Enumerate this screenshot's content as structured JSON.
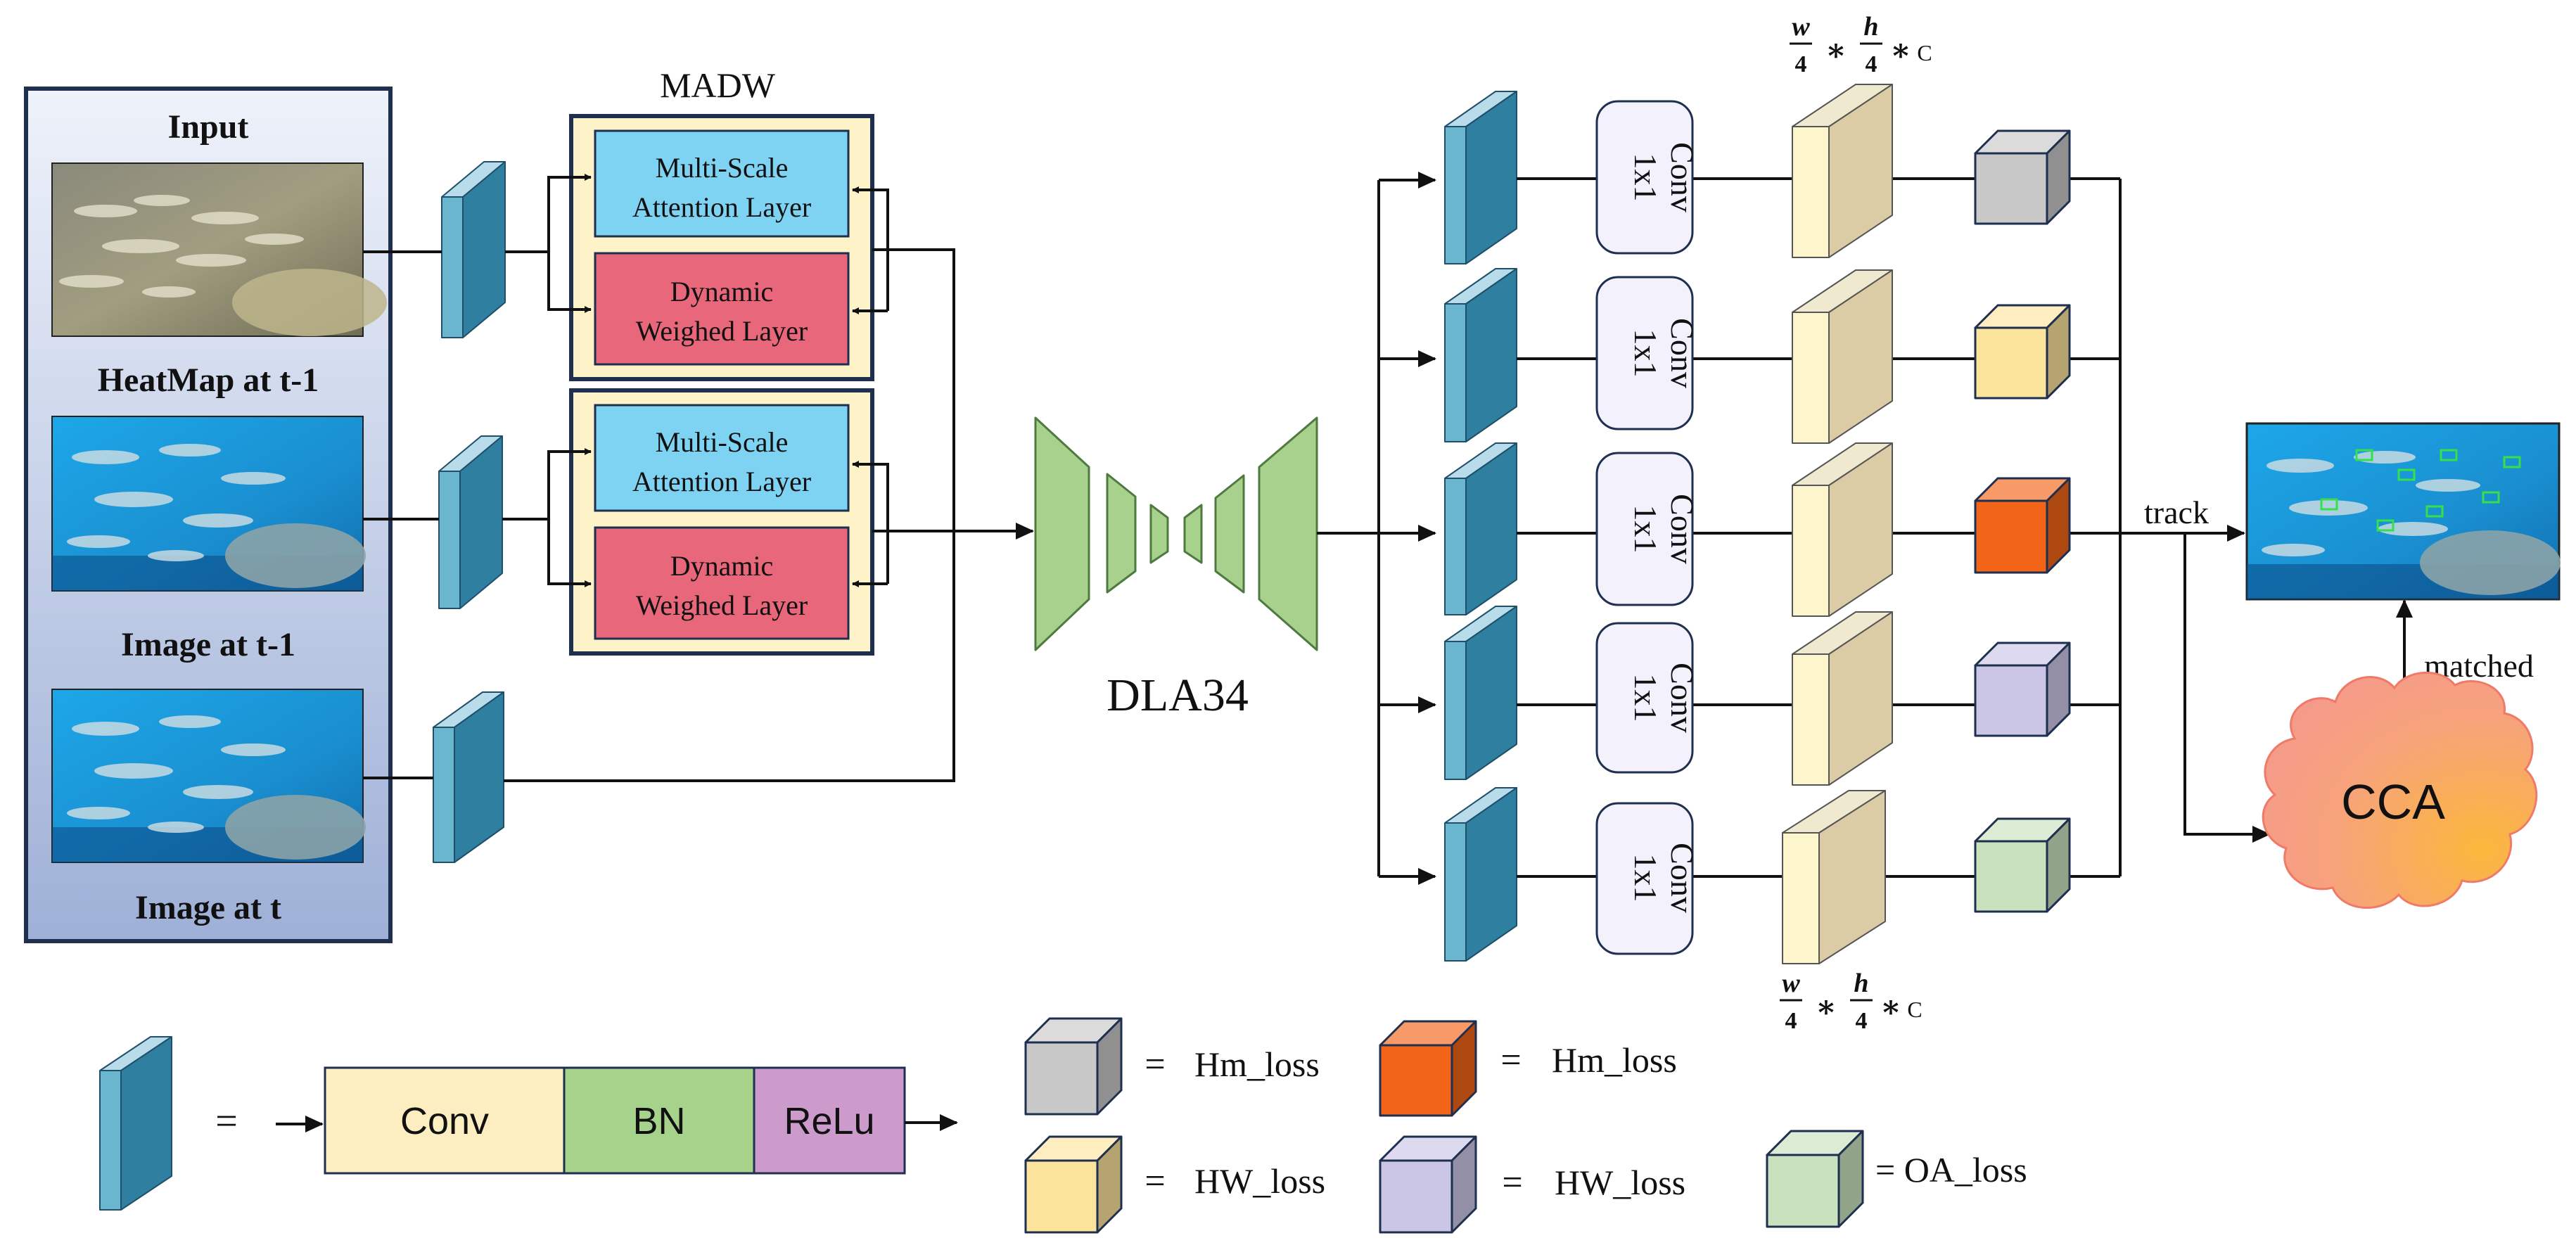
{
  "input_panel": {
    "title": "Input",
    "labels": [
      "HeatMap at t-1",
      "Image at t-1",
      "Image at t"
    ]
  },
  "madw": {
    "title": "MADW",
    "attention_line1": "Multi-Scale",
    "attention_line2": "Attention Layer",
    "dynamic_line1": "Dynamic",
    "dynamic_line2": "Weighed Layer"
  },
  "backbone": {
    "label": "DLA34"
  },
  "conv_block": {
    "line1": "1x1",
    "line2": "Conv"
  },
  "dims": {
    "w": "w",
    "four": "4",
    "h": "h",
    "star": "∗",
    "c": "C"
  },
  "output": {
    "track": "track",
    "matched": "matched",
    "cca": "CCA"
  },
  "legend": {
    "equals": "=",
    "conv": "Conv",
    "bn": "BN",
    "relu": "ReLu",
    "items": [
      {
        "label": "Hm_loss",
        "color": "#c8c8c8"
      },
      {
        "label": "Hm_loss",
        "color": "#f26417"
      },
      {
        "label": "HW_loss",
        "color": "#fde49c"
      },
      {
        "label": "HW_loss",
        "color": "#cbc6e6"
      },
      {
        "label": "= OA_loss",
        "color": "#c9e2bd"
      }
    ]
  },
  "colors": {
    "block_blue": "#6bb6cf",
    "attention_fill": "#7fd3f2",
    "dynamic_fill": "#e8677a",
    "madw_bg": "#fdf2c8",
    "dla_green": "#a8d18d",
    "feature_front": "#fdf6cc",
    "feature_side": "#dccca6",
    "conv_fill": "#f3f1fb",
    "cca_fill": "#f7a37a",
    "legend_conv": "#fdeec1",
    "legend_bn": "#a6d28c",
    "legend_relu": "#cc9acb",
    "head_cubes": [
      "#c8c8c8",
      "#fde49c",
      "#f26417",
      "#cbc6e6",
      "#c9e2bd"
    ]
  }
}
